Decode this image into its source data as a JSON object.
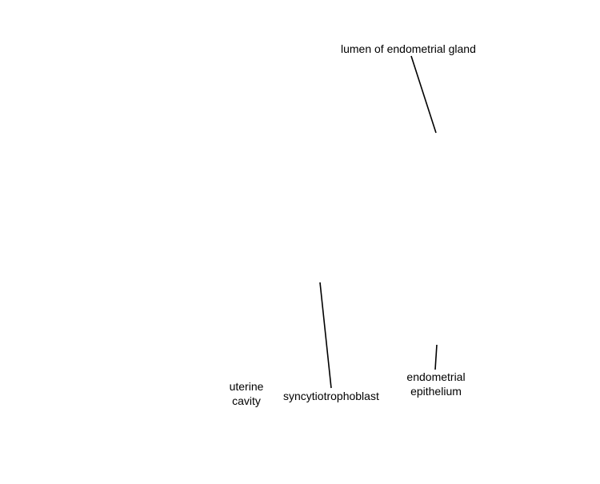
{
  "labels": {
    "lumen": "lumen of endometrial gland",
    "uterine_line1": "uterine",
    "uterine_line2": "cavity",
    "syncytio": "syncytiotrophoblast",
    "epith_line1": "endometrial",
    "epith_line2": "epithelium"
  },
  "colors": {
    "line": "#000000",
    "text": "#000000",
    "background": "#ffffff"
  }
}
